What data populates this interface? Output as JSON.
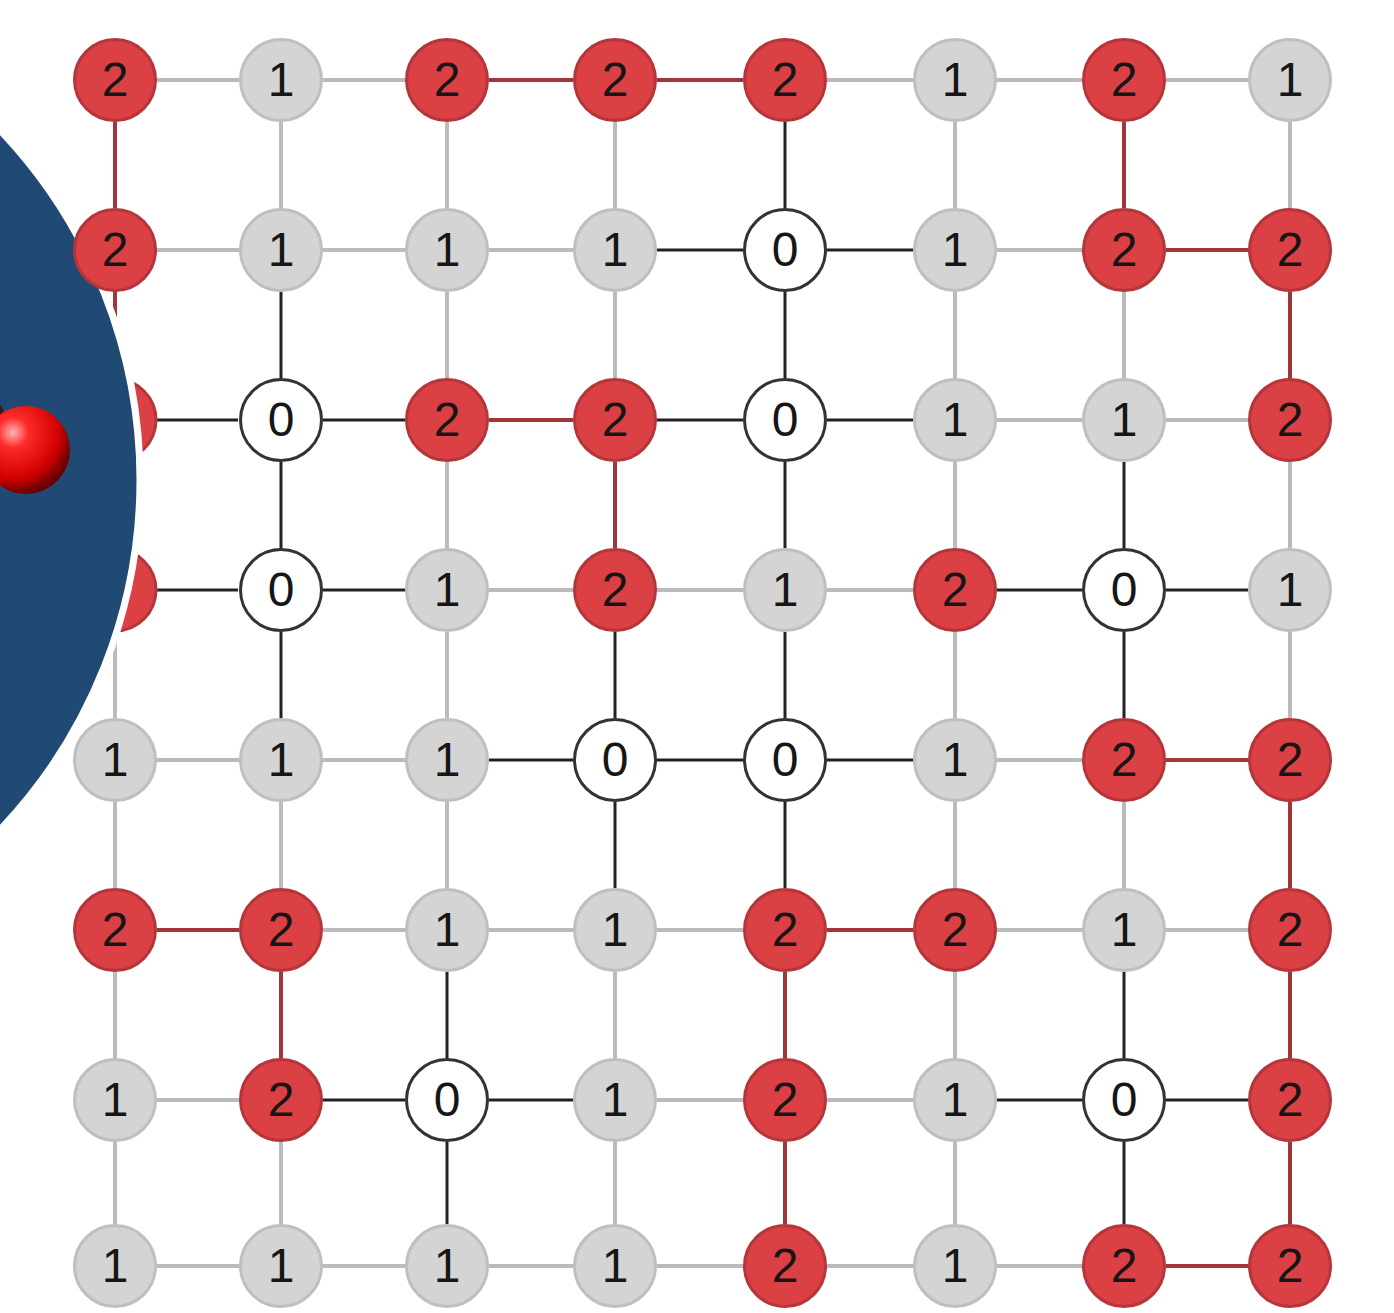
{
  "diagram": {
    "nodes": [
      {
        "text": [
          "2"
        ]
      },
      {
        "text": [
          "1"
        ]
      },
      {
        "text": [
          "2"
        ]
      },
      {
        "text": [
          "2"
        ]
      },
      {
        "text": [
          "2"
        ]
      },
      {
        "text": [
          "1"
        ]
      },
      {
        "text": [
          "2"
        ]
      },
      {
        "text": [
          "1"
        ]
      },
      {
        "text": [
          "2"
        ]
      },
      {
        "text": [
          "1"
        ]
      },
      {
        "text": [
          "1"
        ]
      },
      {
        "text": [
          "1"
        ]
      },
      {
        "text": [
          "0"
        ]
      },
      {
        "text": [
          "1"
        ]
      },
      {
        "text": [
          "2"
        ]
      },
      {
        "text": [
          "2"
        ]
      },
      {
        "text": [
          "0"
        ]
      },
      {
        "text": [
          "2"
        ]
      },
      {
        "text": [
          "2"
        ]
      },
      {
        "text": [
          "0"
        ]
      },
      {
        "text": [
          "1"
        ]
      },
      {
        "text": [
          "1"
        ]
      },
      {
        "text": [
          "2"
        ]
      },
      {
        "text": [
          "0"
        ]
      },
      {
        "text": [
          "1"
        ]
      },
      {
        "text": [
          "2"
        ]
      },
      {
        "text": [
          "1"
        ]
      },
      {
        "text": [
          "2"
        ]
      },
      {
        "text": [
          "0"
        ]
      },
      {
        "text": [
          "1"
        ]
      },
      {
        "text": [
          "1"
        ]
      },
      {
        "text": [
          "1"
        ]
      },
      {
        "text": [
          "1"
        ]
      },
      {
        "text": [
          "0"
        ]
      },
      {
        "text": [
          "0"
        ]
      },
      {
        "text": [
          "1"
        ]
      },
      {
        "text": [
          "2"
        ]
      },
      {
        "text": [
          "2"
        ]
      },
      {
        "text": [
          "2"
        ]
      },
      {
        "text": [
          "2"
        ]
      },
      {
        "text": [
          "1"
        ]
      },
      {
        "text": [
          "1"
        ]
      },
      {
        "text": [
          "2"
        ]
      },
      {
        "text": [
          "2"
        ]
      },
      {
        "text": [
          "1"
        ]
      },
      {
        "text": [
          "2"
        ]
      },
      {
        "text": [
          "1"
        ]
      },
      {
        "text": [
          "2"
        ]
      },
      {
        "text": [
          "0"
        ]
      },
      {
        "text": [
          "1"
        ]
      },
      {
        "text": [
          "2"
        ]
      },
      {
        "text": [
          "1"
        ]
      },
      {
        "text": [
          "0"
        ]
      },
      {
        "text": [
          "2"
        ]
      },
      {
        "text": [
          "1"
        ]
      },
      {
        "text": [
          "1"
        ]
      },
      {
        "text": [
          "1"
        ]
      },
      {
        "text": [
          "1"
        ]
      },
      {
        "text": [
          "2"
        ]
      },
      {
        "text": [
          "1"
        ]
      },
      {
        "text": [
          "2"
        ]
      },
      {
        "text": [
          "2"
        ]
      }
    ],
    "edges": [
      {
        "from": 0,
        "to": 1,
        "arrow": "none"
      },
      {
        "from": 1,
        "to": 2,
        "arrow": "none"
      },
      {
        "from": 2,
        "to": 3,
        "arrow": "none"
      },
      {
        "from": 3,
        "to": 4,
        "arrow": "none"
      },
      {
        "from": 4,
        "to": 5,
        "arrow": "none"
      },
      {
        "from": 5,
        "to": 6,
        "arrow": "none"
      },
      {
        "from": 6,
        "to": 7,
        "arrow": "none"
      },
      {
        "from": 8,
        "to": 9,
        "arrow": "none"
      },
      {
        "from": 9,
        "to": 10,
        "arrow": "none"
      },
      {
        "from": 10,
        "to": 11,
        "arrow": "none"
      },
      {
        "from": 11,
        "to": 12,
        "arrow": "none"
      },
      {
        "from": 12,
        "to": 13,
        "arrow": "none"
      },
      {
        "from": 13,
        "to": 14,
        "arrow": "none"
      },
      {
        "from": 14,
        "to": 15,
        "arrow": "none"
      },
      {
        "from": 16,
        "to": 17,
        "arrow": "none"
      },
      {
        "from": 17,
        "to": 18,
        "arrow": "none"
      },
      {
        "from": 18,
        "to": 19,
        "arrow": "none"
      },
      {
        "from": 19,
        "to": 20,
        "arrow": "none"
      },
      {
        "from": 20,
        "to": 21,
        "arrow": "none"
      },
      {
        "from": 21,
        "to": 22,
        "arrow": "none"
      },
      {
        "from": 23,
        "to": 24,
        "arrow": "none"
      },
      {
        "from": 24,
        "to": 25,
        "arrow": "none"
      },
      {
        "from": 25,
        "to": 26,
        "arrow": "none"
      },
      {
        "from": 26,
        "to": 27,
        "arrow": "none"
      },
      {
        "from": 27,
        "to": 28,
        "arrow": "none"
      },
      {
        "from": 28,
        "to": 29,
        "arrow": "none"
      },
      {
        "from": 30,
        "to": 31,
        "arrow": "none"
      },
      {
        "from": 31,
        "to": 32,
        "arrow": "none"
      },
      {
        "from": 32,
        "to": 33,
        "arrow": "none"
      },
      {
        "from": 33,
        "to": 34,
        "arrow": "none"
      },
      {
        "from": 34,
        "to": 35,
        "arrow": "none"
      },
      {
        "from": 35,
        "to": 36,
        "arrow": "none"
      },
      {
        "from": 36,
        "to": 37,
        "arrow": "none"
      },
      {
        "from": 38,
        "to": 39,
        "arrow": "none"
      },
      {
        "from": 39,
        "to": 40,
        "arrow": "none"
      },
      {
        "from": 40,
        "to": 41,
        "arrow": "none"
      },
      {
        "from": 41,
        "to": 42,
        "arrow": "none"
      },
      {
        "from": 42,
        "to": 43,
        "arrow": "none"
      },
      {
        "from": 43,
        "to": 44,
        "arrow": "none"
      },
      {
        "from": 44,
        "to": 45,
        "arrow": "none"
      },
      {
        "from": 46,
        "to": 47,
        "arrow": "none"
      },
      {
        "from": 47,
        "to": 48,
        "arrow": "none"
      },
      {
        "from": 48,
        "to": 49,
        "arrow": "none"
      },
      {
        "from": 49,
        "to": 50,
        "arrow": "none"
      },
      {
        "from": 50,
        "to": 51,
        "arrow": "none"
      },
      {
        "from": 51,
        "to": 52,
        "arrow": "none"
      },
      {
        "from": 52,
        "to": 53,
        "arrow": "none"
      },
      {
        "from": 54,
        "to": 55,
        "arrow": "none"
      },
      {
        "from": 55,
        "to": 56,
        "arrow": "none"
      },
      {
        "from": 56,
        "to": 57,
        "arrow": "none"
      },
      {
        "from": 57,
        "to": 58,
        "arrow": "none"
      },
      {
        "from": 58,
        "to": 59,
        "arrow": "none"
      },
      {
        "from": 59,
        "to": 60,
        "arrow": "none"
      },
      {
        "from": 60,
        "to": 61,
        "arrow": "none"
      },
      {
        "from": 0,
        "to": 8,
        "arrow": "none"
      },
      {
        "from": 30,
        "to": 38,
        "arrow": "none"
      },
      {
        "from": 38,
        "to": 46,
        "arrow": "none"
      },
      {
        "from": 46,
        "to": 54,
        "arrow": "none"
      },
      {
        "from": 1,
        "to": 9,
        "arrow": "none"
      },
      {
        "from": 9,
        "to": 16,
        "arrow": "none"
      },
      {
        "from": 16,
        "to": 23,
        "arrow": "none"
      },
      {
        "from": 23,
        "to": 31,
        "arrow": "none"
      },
      {
        "from": 31,
        "to": 39,
        "arrow": "none"
      },
      {
        "from": 39,
        "to": 47,
        "arrow": "none"
      },
      {
        "from": 47,
        "to": 55,
        "arrow": "none"
      },
      {
        "from": 2,
        "to": 10,
        "arrow": "none"
      },
      {
        "from": 10,
        "to": 17,
        "arrow": "none"
      },
      {
        "from": 17,
        "to": 24,
        "arrow": "none"
      },
      {
        "from": 24,
        "to": 32,
        "arrow": "none"
      },
      {
        "from": 32,
        "to": 40,
        "arrow": "none"
      },
      {
        "from": 40,
        "to": 48,
        "arrow": "none"
      },
      {
        "from": 48,
        "to": 56,
        "arrow": "none"
      },
      {
        "from": 3,
        "to": 11,
        "arrow": "none"
      },
      {
        "from": 11,
        "to": 18,
        "arrow": "none"
      },
      {
        "from": 18,
        "to": 25,
        "arrow": "none"
      },
      {
        "from": 25,
        "to": 33,
        "arrow": "none"
      },
      {
        "from": 33,
        "to": 41,
        "arrow": "none"
      },
      {
        "from": 41,
        "to": 49,
        "arrow": "none"
      },
      {
        "from": 49,
        "to": 57,
        "arrow": "none"
      },
      {
        "from": 4,
        "to": 12,
        "arrow": "none"
      },
      {
        "from": 12,
        "to": 19,
        "arrow": "none"
      },
      {
        "from": 19,
        "to": 26,
        "arrow": "none"
      },
      {
        "from": 26,
        "to": 34,
        "arrow": "none"
      },
      {
        "from": 34,
        "to": 42,
        "arrow": "none"
      },
      {
        "from": 42,
        "to": 50,
        "arrow": "none"
      },
      {
        "from": 50,
        "to": 58,
        "arrow": "none"
      },
      {
        "from": 5,
        "to": 13,
        "arrow": "none"
      },
      {
        "from": 13,
        "to": 20,
        "arrow": "none"
      },
      {
        "from": 20,
        "to": 27,
        "arrow": "none"
      },
      {
        "from": 27,
        "to": 35,
        "arrow": "none"
      },
      {
        "from": 35,
        "to": 43,
        "arrow": "none"
      },
      {
        "from": 43,
        "to": 51,
        "arrow": "none"
      },
      {
        "from": 51,
        "to": 59,
        "arrow": "none"
      },
      {
        "from": 6,
        "to": 14,
        "arrow": "none"
      },
      {
        "from": 14,
        "to": 21,
        "arrow": "none"
      },
      {
        "from": 21,
        "to": 28,
        "arrow": "none"
      },
      {
        "from": 28,
        "to": 36,
        "arrow": "none"
      },
      {
        "from": 36,
        "to": 44,
        "arrow": "none"
      },
      {
        "from": 44,
        "to": 52,
        "arrow": "none"
      },
      {
        "from": 52,
        "to": 60,
        "arrow": "none"
      },
      {
        "from": 7,
        "to": 15,
        "arrow": "none"
      },
      {
        "from": 15,
        "to": 22,
        "arrow": "none"
      },
      {
        "from": 22,
        "to": 29,
        "arrow": "none"
      },
      {
        "from": 29,
        "to": 37,
        "arrow": "none"
      },
      {
        "from": 37,
        "to": 45,
        "arrow": "none"
      },
      {
        "from": 45,
        "to": 53,
        "arrow": "none"
      },
      {
        "from": 53,
        "to": 61,
        "arrow": "none"
      }
    ]
  }
}
